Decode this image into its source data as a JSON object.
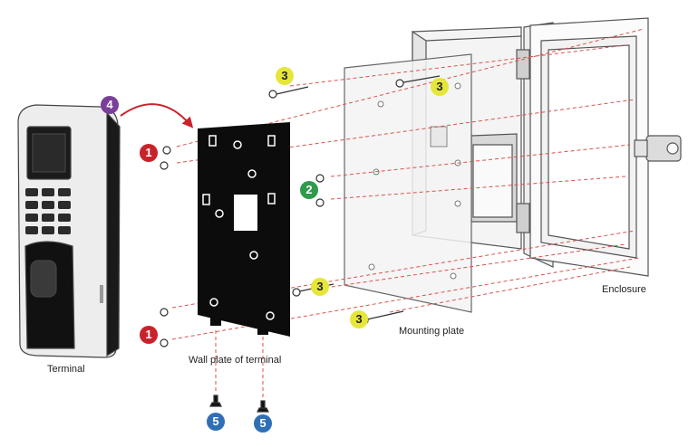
{
  "labels": {
    "terminal": "Terminal",
    "wall_plate": "Wall plate of terminal",
    "mounting_plate": "Mounting plate",
    "enclosure": "Enclosure"
  },
  "badges": {
    "step1": "1",
    "step2": "2",
    "step3": "3",
    "step4": "4",
    "step5": "5"
  },
  "colors": {
    "step1": "#c8232b",
    "step2": "#2e9a4a",
    "step3": "#e6e63a",
    "step4": "#7a3f98",
    "step5": "#2f6fb6",
    "dashed_line": "#d9534f"
  }
}
